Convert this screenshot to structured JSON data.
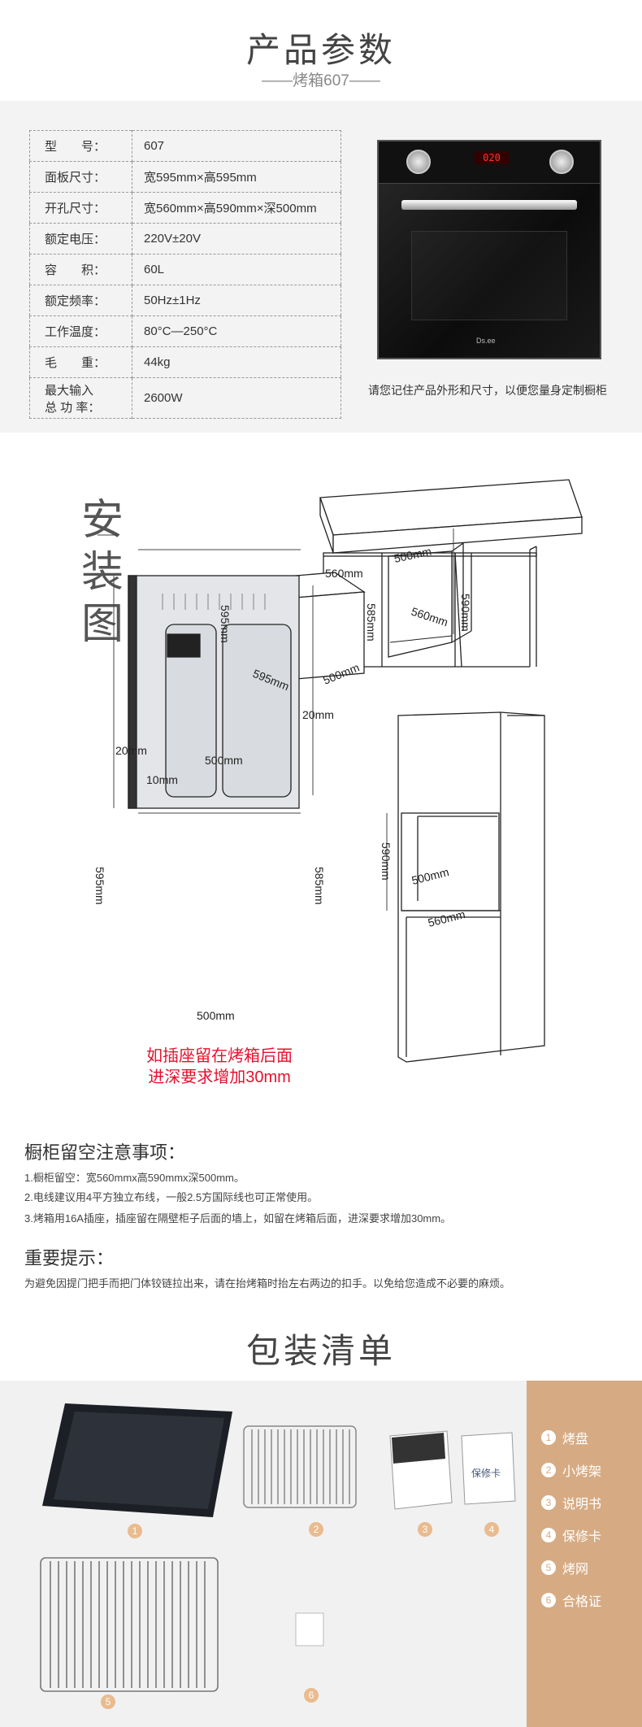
{
  "header": {
    "title": "产品参数",
    "subtitle": "——烤箱607——"
  },
  "specs": [
    {
      "k": "型　　号：",
      "v": "607"
    },
    {
      "k": "面板尺寸：",
      "v": "宽595mm×高595mm"
    },
    {
      "k": "开孔尺寸：",
      "v": "宽560mm×高590mm×深500mm"
    },
    {
      "k": "额定电压：",
      "v": "220V±20V"
    },
    {
      "k": "容　　积：",
      "v": "60L"
    },
    {
      "k": "额定频率：",
      "v": "50Hz±1Hz"
    },
    {
      "k": "工作温度：",
      "v": "80°C—250°C"
    },
    {
      "k": "毛　　重：",
      "v": "44kg"
    },
    {
      "k": "最大输入\n总 功 率：",
      "v": "2600W"
    }
  ],
  "oven": {
    "display": "020",
    "brand": "Ds.ee",
    "caption": "请您记住产品外形和尺寸，以便您量身定制橱柜"
  },
  "install": {
    "title": "安装图",
    "dims": {
      "d560_top": "560mm",
      "d500_top": "500mm",
      "d590_top": "590mm",
      "d560_bot": "560mm",
      "oven_595h": "595mm",
      "oven_585": "585mm",
      "oven_595w": "595mm",
      "oven_500": "500mm",
      "oven_20": "20mm",
      "side_20": "20mm",
      "side_500top": "500mm",
      "side_10": "10mm",
      "side_595": "595mm",
      "side_585": "585mm",
      "side_500bot": "500mm",
      "tall_590": "590mm",
      "tall_500": "500mm",
      "tall_560": "560mm"
    },
    "red_note": [
      "如插座留在烤箱后面",
      "进深要求增加30mm"
    ]
  },
  "notes": {
    "cabinet_title": "橱柜留空注意事项：",
    "cabinet_items": [
      "1.橱柜留空：宽560mmx高590mmx深500mm。",
      "2.电线建议用4平方独立布线，一般2.5方国际线也可正常使用。",
      "3.烤箱用16A插座，插座留在隔壁柜子后面的墙上，如留在烤箱后面，进深要求增加30mm。"
    ],
    "important_title": "重要提示：",
    "important_text": "为避免因提门把手而把门体铰链拉出来，请在抬烤箱时抬左右两边的扣手。以免给您造成不必要的麻烦。"
  },
  "packing": {
    "title": "包装清单",
    "items": [
      {
        "n": "1",
        "label": "烤盘"
      },
      {
        "n": "2",
        "label": "小烤架"
      },
      {
        "n": "3",
        "label": "说明书"
      },
      {
        "n": "4",
        "label": "保修卡"
      },
      {
        "n": "5",
        "label": "烤网"
      },
      {
        "n": "6",
        "label": "合格证"
      }
    ],
    "card_text": "保修卡"
  }
}
